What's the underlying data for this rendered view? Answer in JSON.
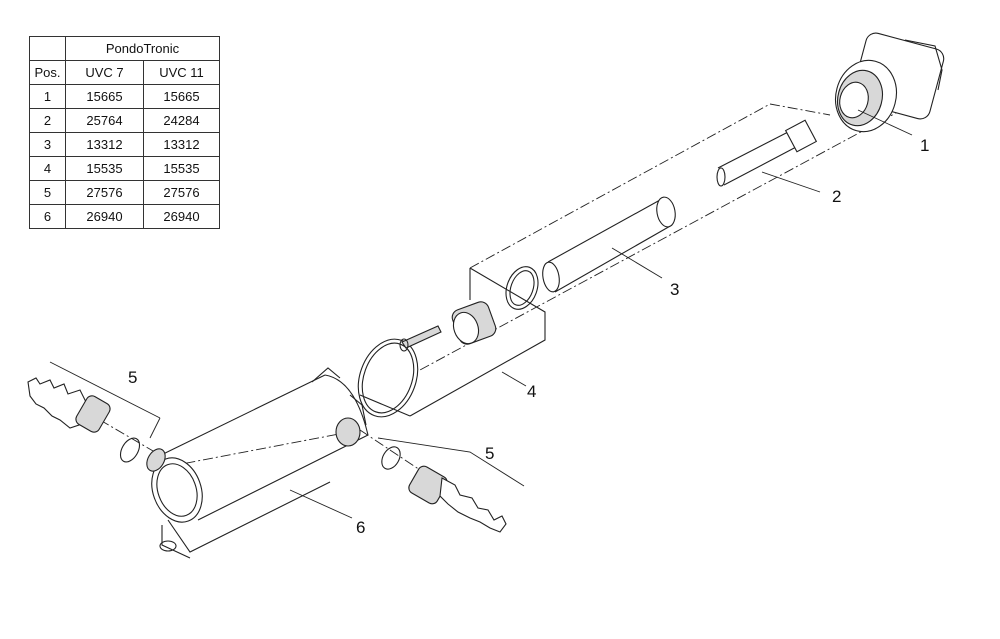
{
  "table": {
    "brand": "PondoTronic",
    "headers": [
      "Pos.",
      "UVC 7",
      "UVC 11"
    ],
    "rows": [
      [
        "1",
        "15665",
        "15665"
      ],
      [
        "2",
        "25764",
        "24284"
      ],
      [
        "3",
        "13312",
        "13312"
      ],
      [
        "4",
        "15535",
        "15535"
      ],
      [
        "5",
        "27576",
        "27576"
      ],
      [
        "6",
        "26940",
        "26940"
      ]
    ]
  },
  "callouts": {
    "part1": "1",
    "part2": "2",
    "part3": "3",
    "part4": "4",
    "part5_left": "5",
    "part5_right": "5",
    "part6": "6"
  },
  "colors": {
    "line": "#222222",
    "fill": "#ffffff",
    "shade": "#d8d8d8"
  }
}
